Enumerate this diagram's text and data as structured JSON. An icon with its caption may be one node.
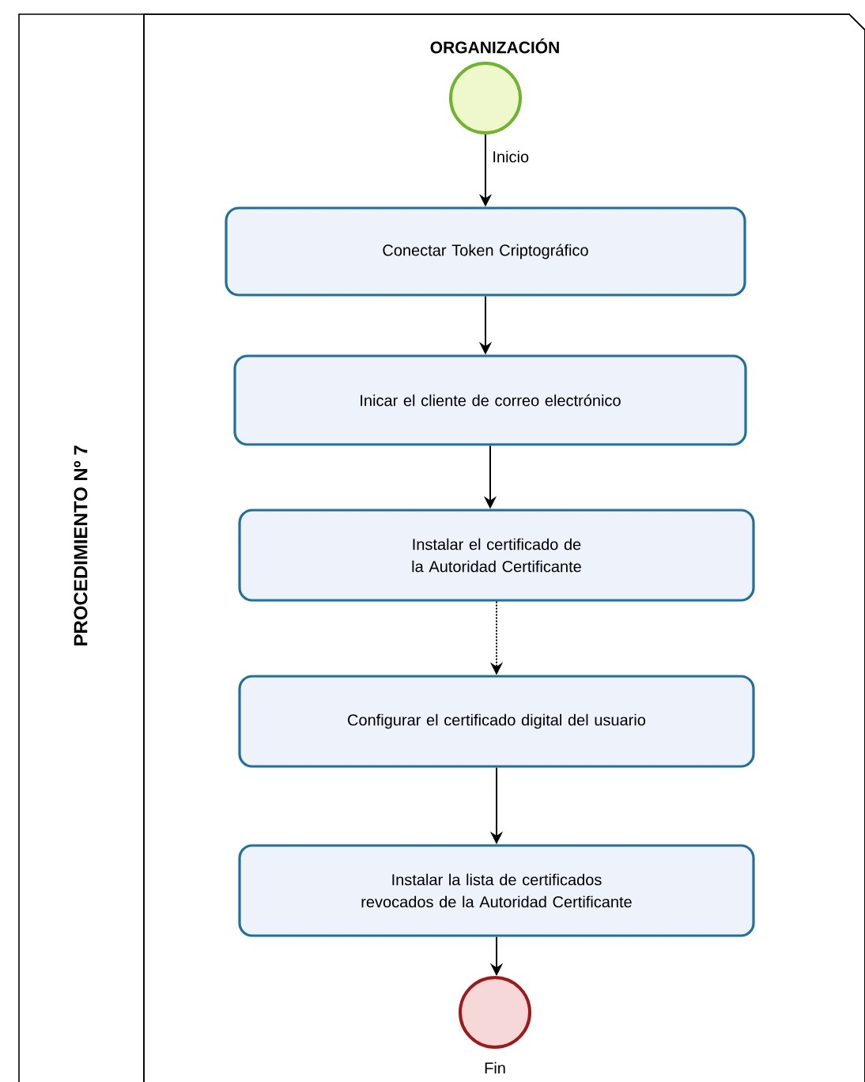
{
  "diagram": {
    "nodes": [
      {
        "text": [
          "PROCEDIMIENTO Nº 7"
        ]
      },
      {
        "text": [
          "ORGANIZACIÓN"
        ],
        "in": 0
      },
      {
        "text": [],
        "shape": "circle",
        "beside": [
          "Inicio"
        ],
        "in": 1
      },
      {
        "text": [
          "Conectar Token Criptográfico"
        ],
        "in": 1
      },
      {
        "text": [
          "Inicar el cliente de  correo electrónico"
        ],
        "in": 1
      },
      {
        "text": [
          "Instalar el certificado de la Autoridad Certificante"
        ],
        "in": 1
      },
      {
        "text": [
          "Configurar el certificado digital del usuario"
        ],
        "in": 1
      },
      {
        "text": [
          "Instalar la lista de certificados revocados de la Autoridad Certificante"
        ],
        "in": 1
      },
      {
        "text": [],
        "shape": "circle",
        "beside": [
          "Fin"
        ],
        "in": 1
      }
    ],
    "edges": [
      {
        "from": 2,
        "to": 3,
        "arrow": "to"
      },
      {
        "from": 3,
        "to": 4,
        "arrow": "to"
      },
      {
        "from": 4,
        "to": 5,
        "arrow": "to"
      },
      {
        "from": 5,
        "to": 6,
        "arrow": "to",
        "style": "dashed"
      },
      {
        "from": 6,
        "to": 7,
        "arrow": "to"
      },
      {
        "from": 7,
        "to": 8,
        "arrow": "to"
      }
    ]
  }
}
